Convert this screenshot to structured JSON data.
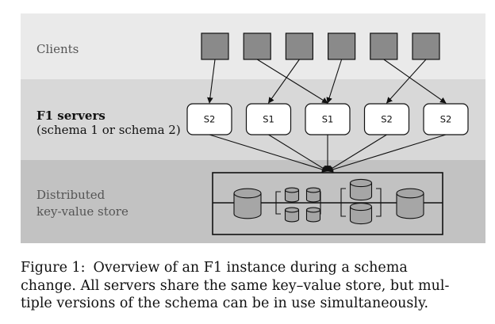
{
  "bands": {
    "clients": {
      "label": "Clients"
    },
    "servers": {
      "label_line1": "F1 servers",
      "label_line2": "(schema 1 or schema 2)"
    },
    "storage": {
      "label_line1": "Distributed",
      "label_line2": "key-value store"
    }
  },
  "clients": {
    "count": 6
  },
  "servers": [
    {
      "label": "S2"
    },
    {
      "label": "S1"
    },
    {
      "label": "S1"
    },
    {
      "label": "S2"
    },
    {
      "label": "S2"
    }
  ],
  "client_connections": [
    {
      "from_client": 0,
      "to_server": 0
    },
    {
      "from_client": 1,
      "to_server": 2
    },
    {
      "from_client": 2,
      "to_server": 1
    },
    {
      "from_client": 3,
      "to_server": 2
    },
    {
      "from_client": 4,
      "to_server": 4
    },
    {
      "from_client": 5,
      "to_server": 3
    }
  ],
  "colors": {
    "band_top": "#eaeaea",
    "band_middle": "#d8d8d8",
    "band_bottom": "#c2c2c2",
    "client_box": "#8a8a8a",
    "server_box": "#ffffff",
    "cylinder": "#a6a6a6",
    "line": "#111111",
    "label_muted": "#555555",
    "label_strong": "#111111"
  },
  "caption": {
    "figure_label": "Figure 1:",
    "line1_rest": "Overview of an F1 instance during a schema",
    "line2": "change. All servers share the same key–value store, but mul-",
    "line3": "tiple versions of the schema can be in use simultaneously."
  }
}
